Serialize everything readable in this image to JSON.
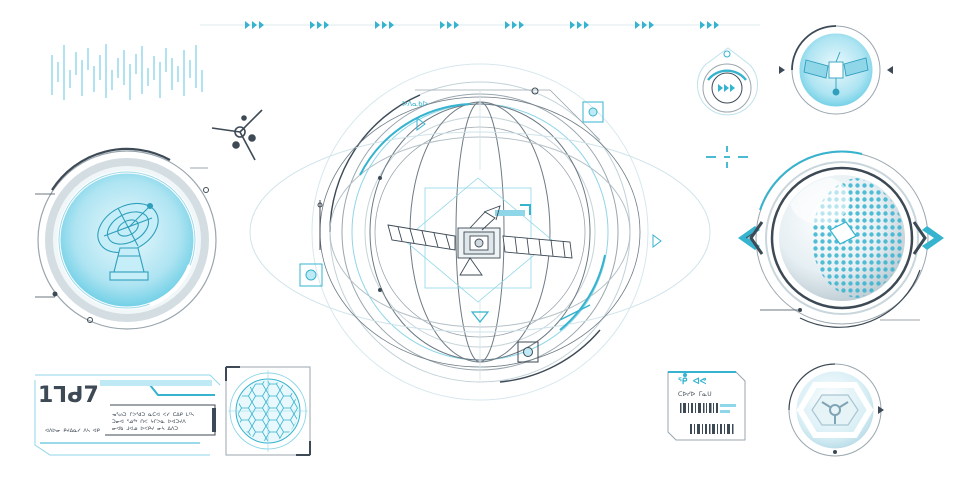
{
  "colors": {
    "accent": "#35b3cf",
    "accent_light": "#bfeaf5",
    "line_dark": "#3d4a55",
    "line_gray": "#9aa6ae"
  },
  "icons": {
    "satellite": "satellite-icon",
    "dish": "radar-dish-icon",
    "globe": "dotted-globe-icon",
    "crosshair": "crosshair-icon",
    "arrows": "chevron-arrow-icon",
    "barcode": "barcode-icon"
  },
  "panels": {
    "bottom_left": {
      "code": "1ᒣᑯ7",
      "rows": [
        "ᓀᕐᔕᑐ ᒋᐳᖁᑐ ᓇᑕᐊ ᐸᓯ ᑕᐃᑭ ᒪᑦᓴ",
        "ᑐᓂᐊ ᕐᓄᖅ ᑎᐸ ᔭᒋᐳᓇ ᐅᐊᑐᔪᐱ",
        "ᓂᐊᑲ ᒧᐊᓄ ᐅᐸᑭᔪ ᓂᓴ ᐃᐱᑐ",
        "ᐊᐱᐅᓂ ᑭᔪᐃᓇᓯ ᐱᓴ ᐊᑭ"
      ]
    },
    "ticket": {
      "header": "ᕿ ᐊᕙ",
      "line": "ᑕᐅᓯᐅ ᒥᓇᑌ"
    },
    "center": {
      "label": "ᐅᐱᓇᑲᐅ"
    }
  }
}
